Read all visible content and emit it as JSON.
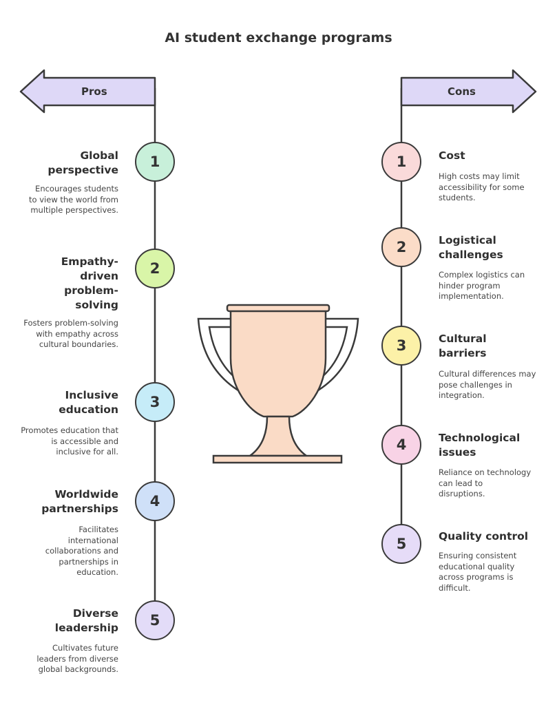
{
  "title": "AI student exchange programs",
  "pros": {
    "label": "Pros",
    "color": "#ded8f7",
    "items": [
      {
        "number": "1",
        "title": "Global perspective",
        "desc": "Encourages students to view the world from multiple perspectives.",
        "color": "#c8f0da"
      },
      {
        "number": "2",
        "title": "Empathy-driven problem-solving",
        "desc": "Fosters problem-solving with empathy across cultural boundaries.",
        "color": "#d9f5a8"
      },
      {
        "number": "3",
        "title": "Inclusive education",
        "desc": "Promotes education that is accessible and inclusive for all.",
        "color": "#c6ecf8"
      },
      {
        "number": "4",
        "title": "Worldwide partnerships",
        "desc": "Facilitates international collaborations and partnerships in education.",
        "color": "#cfe0f8"
      },
      {
        "number": "5",
        "title": "Diverse leadership",
        "desc": "Cultivates future leaders from diverse global backgrounds.",
        "color": "#e3dcf8"
      }
    ]
  },
  "cons": {
    "label": "Cons",
    "color": "#ded8f7",
    "items": [
      {
        "number": "1",
        "title": "Cost",
        "desc": "High costs may limit accessibility for some students.",
        "color": "#fadada"
      },
      {
        "number": "2",
        "title": "Logistical challenges",
        "desc": "Complex logistics can hinder program implementation.",
        "color": "#fbdcc8"
      },
      {
        "number": "3",
        "title": "Cultural barriers",
        "desc": "Cultural differences may pose challenges in integration.",
        "color": "#fcf1a8"
      },
      {
        "number": "4",
        "title": "Technological issues",
        "desc": "Reliance on technology can lead to disruptions.",
        "color": "#f8d3e6"
      },
      {
        "number": "5",
        "title": "Quality control",
        "desc": "Ensuring consistent educational quality across programs is difficult.",
        "color": "#e6dcf8"
      }
    ]
  },
  "trophy": {
    "icon": "trophy-icon",
    "color": "#fadbc6"
  }
}
